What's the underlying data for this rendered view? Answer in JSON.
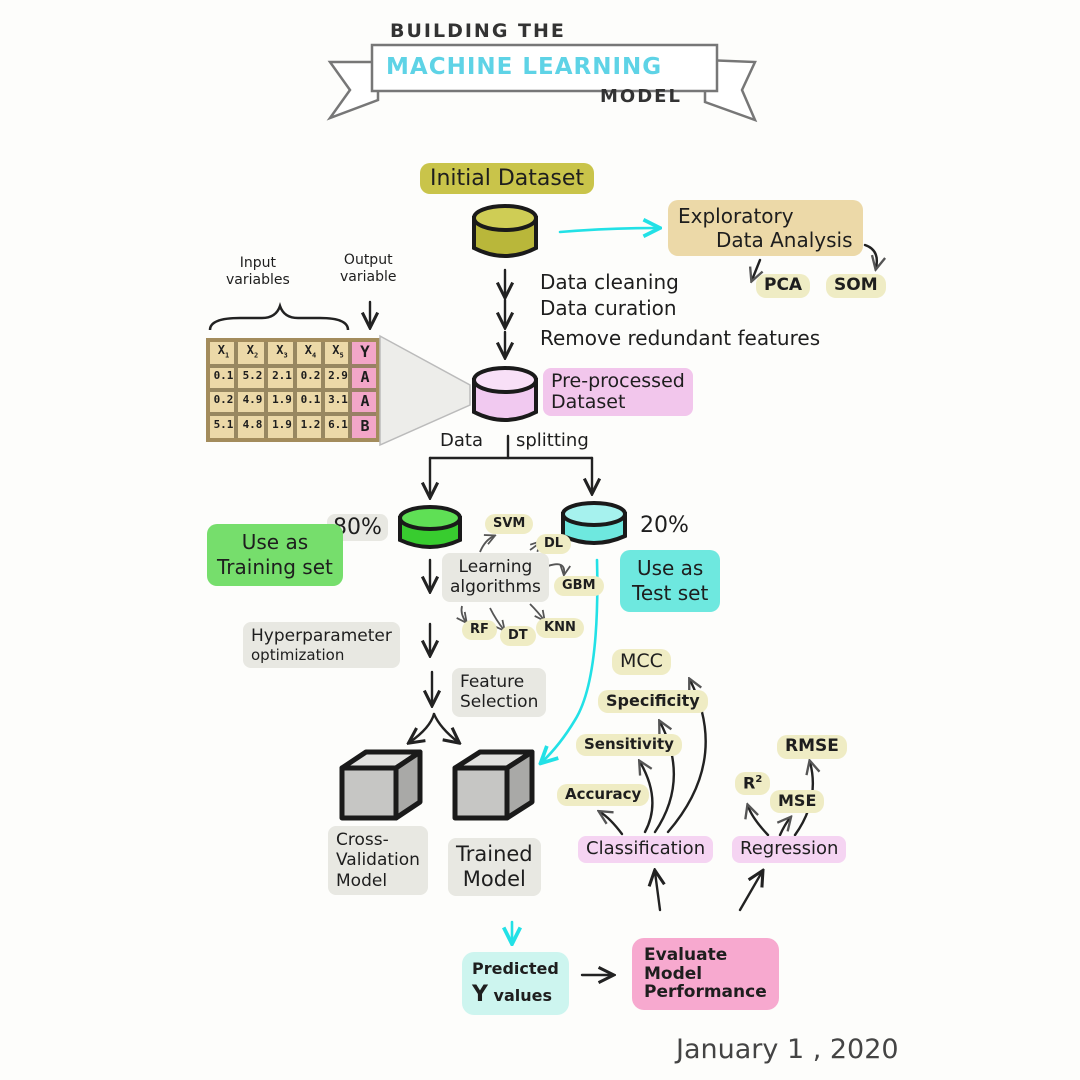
{
  "title": {
    "line1": "BUILDING THE",
    "banner": "MACHINE LEARNING",
    "line3": "MODEL"
  },
  "nodes": {
    "initial_dataset": "Initial Dataset",
    "eda_line1": "Exploratory",
    "eda_line2": "Data Analysis",
    "pca": "PCA",
    "som": "SOM",
    "cleaning": "Data cleaning",
    "curation": "Data curation",
    "remove": "Remove redundant features",
    "preprocessed_line1": "Pre-processed",
    "preprocessed_line2": "Dataset",
    "split_left": "Data",
    "split_right": "splitting",
    "pct_train": "80%",
    "pct_test": "20%",
    "training_line1": "Use as",
    "training_line2": "Training set",
    "test_line1": "Use as",
    "test_line2": "Test set",
    "learning_line1": "Learning",
    "learning_line2": "algorithms",
    "svm": "SVM",
    "dl": "DL",
    "gbm": "GBM",
    "rf": "RF",
    "dt": "DT",
    "knn": "KNN",
    "hyper_line1": "Hyperparameter",
    "hyper_line2": "optimization",
    "feature_line1": "Feature",
    "feature_line2": "Selection",
    "cv_line1": "Cross-",
    "cv_line2": "Validation",
    "cv_line3": "Model",
    "trained_line1": "Trained",
    "trained_line2": "Model",
    "predicted_line1": "Predicted",
    "predicted_y": "Y",
    "predicted_line2": "values",
    "evaluate_line1": "Evaluate",
    "evaluate_line2": "Model",
    "evaluate_line3": "Performance",
    "classification": "Classification",
    "regression": "Regression",
    "mcc": "MCC",
    "specificity": "Specificity",
    "sensitivity": "Sensitivity",
    "accuracy": "Accuracy",
    "rmse": "RMSE",
    "r2": "R",
    "r2_sup": "2",
    "mse": "MSE"
  },
  "table": {
    "input_label_1": "Input",
    "input_label_2": "variables",
    "output_label_1": "Output",
    "output_label_2": "variable",
    "headers": [
      "X",
      "X",
      "X",
      "X",
      "X",
      "Y"
    ],
    "header_subs": [
      "1",
      "2",
      "3",
      "4",
      "5",
      ""
    ],
    "rows": [
      [
        "0.1",
        "5.2",
        "2.1",
        "0.2",
        "2.9",
        "A"
      ],
      [
        "0.2",
        "4.9",
        "1.9",
        "0.1",
        "3.1",
        "A"
      ],
      [
        "5.1",
        "4.8",
        "1.9",
        "1.2",
        "6.1",
        "B"
      ]
    ]
  },
  "date": "January 1 , 2020",
  "colors": {
    "olive": "#c9c44a",
    "cylinder_olive": "#b9b73a",
    "cylinder_pink": "#f1c9f0",
    "cylinder_green": "#38cc2f",
    "cylinder_cyan": "#6ee8df",
    "cyan_arrow": "#22e1e6",
    "banner_text": "#5ed3e6",
    "table_fill": "#ecd9a8",
    "table_output": "#f3a6c8",
    "cube": "#c6c6c4"
  }
}
